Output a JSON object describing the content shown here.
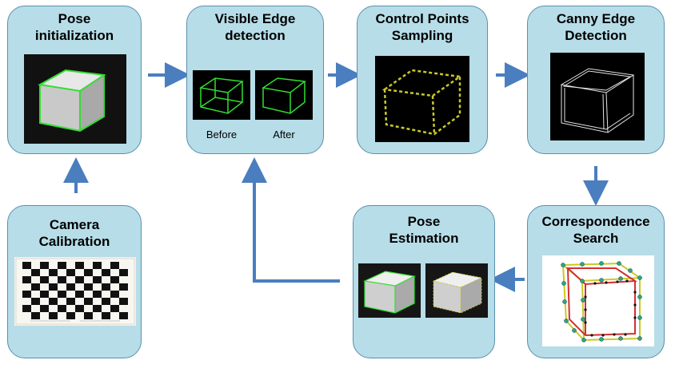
{
  "boxes": {
    "pose_init": {
      "title_line1": "Pose",
      "title_line2": "initialization"
    },
    "visible_edge": {
      "title_line1": "Visible Edge",
      "title_line2": "detection",
      "caption_before": "Before",
      "caption_after": "After"
    },
    "control_points": {
      "title_line1": "Control Points",
      "title_line2": "Sampling"
    },
    "canny": {
      "title_line1": "Canny Edge",
      "title_line2": "Detection"
    },
    "correspondence": {
      "title_line1": "Correspondence",
      "title_line2": "Search"
    },
    "pose_est": {
      "title_line1": "Pose",
      "title_line2": "Estimation"
    },
    "camera_calib": {
      "title_line1": "Camera",
      "title_line2": "Calibration"
    }
  },
  "colors": {
    "box_fill": "#b7dde8",
    "box_border": "#5a8fb0",
    "arrow": "#4a7ebf",
    "edge_green": "#33dd33",
    "point_yellow": "#c8c82a"
  }
}
